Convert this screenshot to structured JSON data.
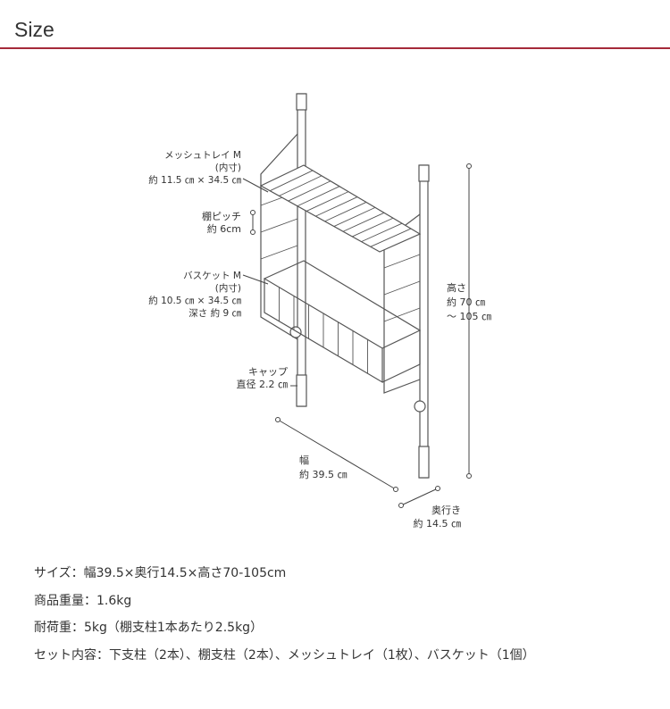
{
  "header": {
    "title": "Size",
    "accent_color": "#a52a3a"
  },
  "labels": {
    "mesh_tray": [
      "メッシュトレイ M",
      "(内寸)",
      "約 11.5 ㎝ × 34.5 ㎝"
    ],
    "pitch": [
      "棚ピッチ",
      "約 6cm"
    ],
    "basket": [
      "バスケット M",
      "(内寸)",
      "約 10.5 ㎝ × 34.5 ㎝",
      "深さ 約 9 ㎝"
    ],
    "cap": [
      "キャップ",
      "直径 2.2 ㎝"
    ],
    "height": [
      "高さ",
      "約 70 ㎝",
      "〜 105 ㎝"
    ],
    "width": [
      "幅",
      "約 39.5 ㎝"
    ],
    "depth": [
      "奥行き",
      "約 14.5 ㎝"
    ]
  },
  "specs": [
    "サイズ：幅39.5×奥行14.5×高さ70-105cm",
    "商品重量：1.6kg",
    "耐荷重：5kg（棚支柱1本あたり2.5kg）",
    "セット内容：下支柱（2本）、棚支柱（2本）、メッシュトレイ（1枚）、バスケット（1個）"
  ]
}
